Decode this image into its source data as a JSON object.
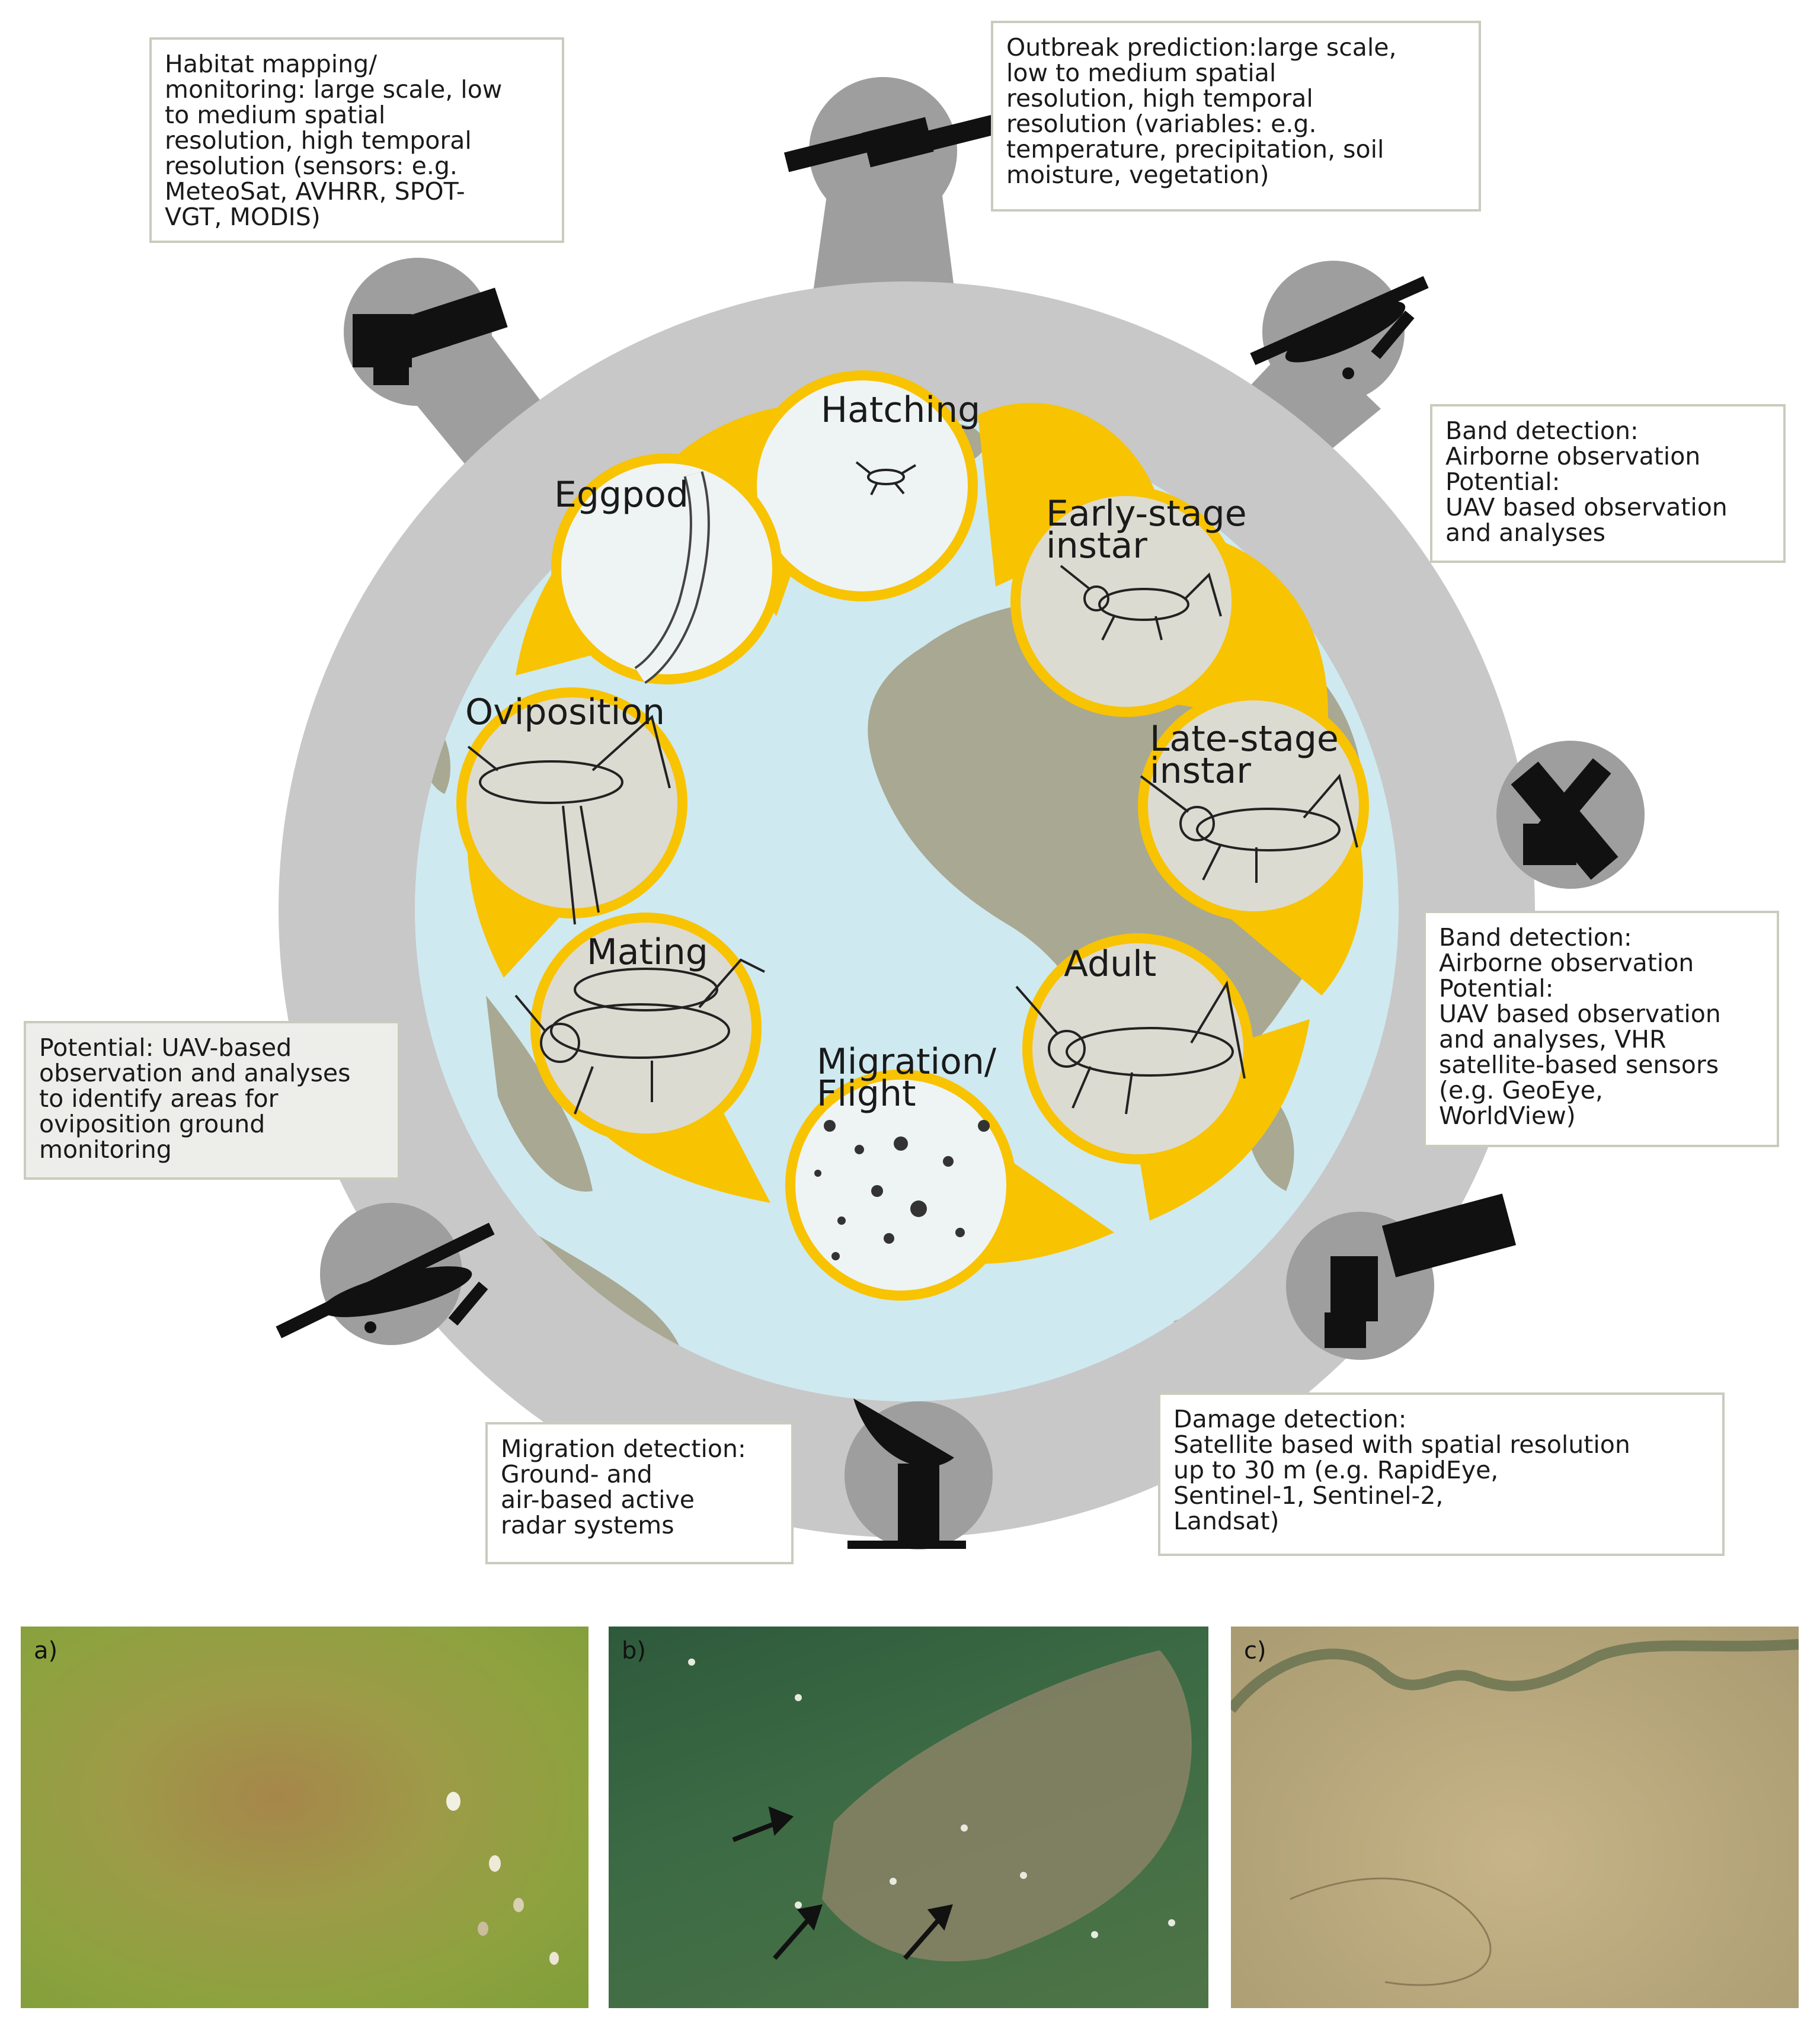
{
  "stages": [
    {
      "id": "hatching",
      "label": "Hatching"
    },
    {
      "id": "early",
      "label": "Early-stage\ninstar"
    },
    {
      "id": "late",
      "label": "Late-stage\ninstar"
    },
    {
      "id": "adult",
      "label": "Adult"
    },
    {
      "id": "migration",
      "label": "Migration/\nFlight"
    },
    {
      "id": "mating",
      "label": "Mating"
    },
    {
      "id": "oviposition",
      "label": "Oviposition"
    },
    {
      "id": "eggpod",
      "label": "Eggpod"
    }
  ],
  "boxes": {
    "habitat": "Habitat mapping/\nmonitoring: large scale, low\nto medium spatial\nresolution, high  temporal\nresolution (sensors: e.g.\nMeteoSat, AVHRR, SPOT-\nVGT, MODIS)",
    "outbreak": "Outbreak prediction:large scale,\nlow to medium spatial\nresolution, high temporal\nresolution (variables: e.g.\ntemperature, precipitation, soil\nmoisture, vegetation)",
    "band1": "Band detection:\nAirborne observation\nPotential:\nUAV based observation\nand analyses",
    "band2": "Band detection:\nAirborne observation\nPotential:\nUAV based observation\nand analyses, VHR\nsatellite-based sensors\n(e.g. GeoEye,\nWorldView)",
    "potential": "Potential: UAV-based\nobservation and analyses\nto identify areas for\noviposition ground\nmonitoring",
    "migration": "Migration detection:\nGround- and\nair-based active\nradar systems",
    "damage": "Damage detection:\nSatellite based with spatial resolution\nup to 30 m (e.g. RapidEye,\nSentinel-1, Sentinel-2,\nLandsat)"
  },
  "platforms": [
    {
      "icon": "satellite-icon",
      "position": "top"
    },
    {
      "icon": "drone-icon",
      "position": "top-right"
    },
    {
      "icon": "satellite-icon",
      "position": "right"
    },
    {
      "icon": "satellite-icon",
      "position": "bottom-right"
    },
    {
      "icon": "radar-dish-icon",
      "position": "bottom"
    },
    {
      "icon": "drone-icon",
      "position": "bottom-left"
    },
    {
      "icon": "satellite-icon",
      "position": "top-left"
    }
  ],
  "photos": [
    {
      "label": "a)"
    },
    {
      "label": "b)"
    },
    {
      "label": "c)"
    }
  ],
  "colors": {
    "outer_ring": "#c8c8c8",
    "platform": "#9e9e9e",
    "ocean": "#cfe9f0",
    "land": "#a8a893",
    "cycle": "#f8c300",
    "stage_disc": "#eef3f4"
  }
}
